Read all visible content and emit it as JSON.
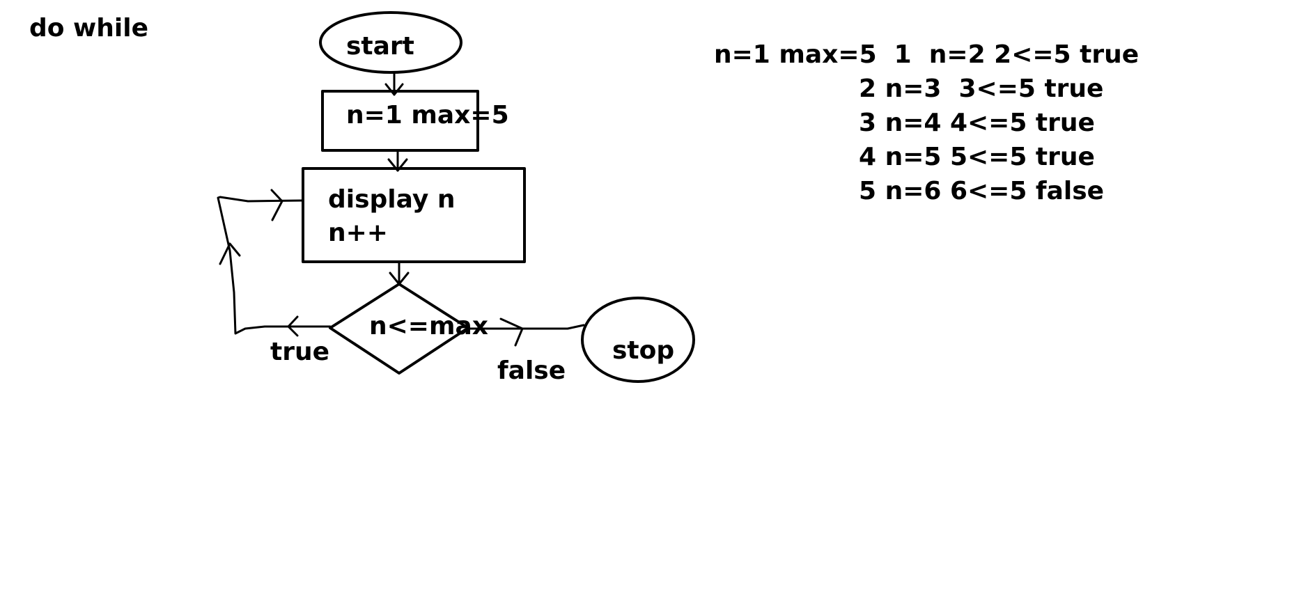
{
  "title": "do while",
  "flowchart": {
    "start": "start",
    "init": "n=1 max=5",
    "body_line1": "display n",
    "body_line2": "n++",
    "condition": "n<=max",
    "true_label": "true",
    "false_label": "false",
    "stop": "stop"
  },
  "trace": {
    "lines": [
      "n=1 max=5  1  n=2 2<=5 true",
      "2 n=3  3<=5 true",
      "3 n=4 4<=5 true",
      "4 n=5 5<=5 true",
      "5 n=6 6<=5 false"
    ]
  }
}
